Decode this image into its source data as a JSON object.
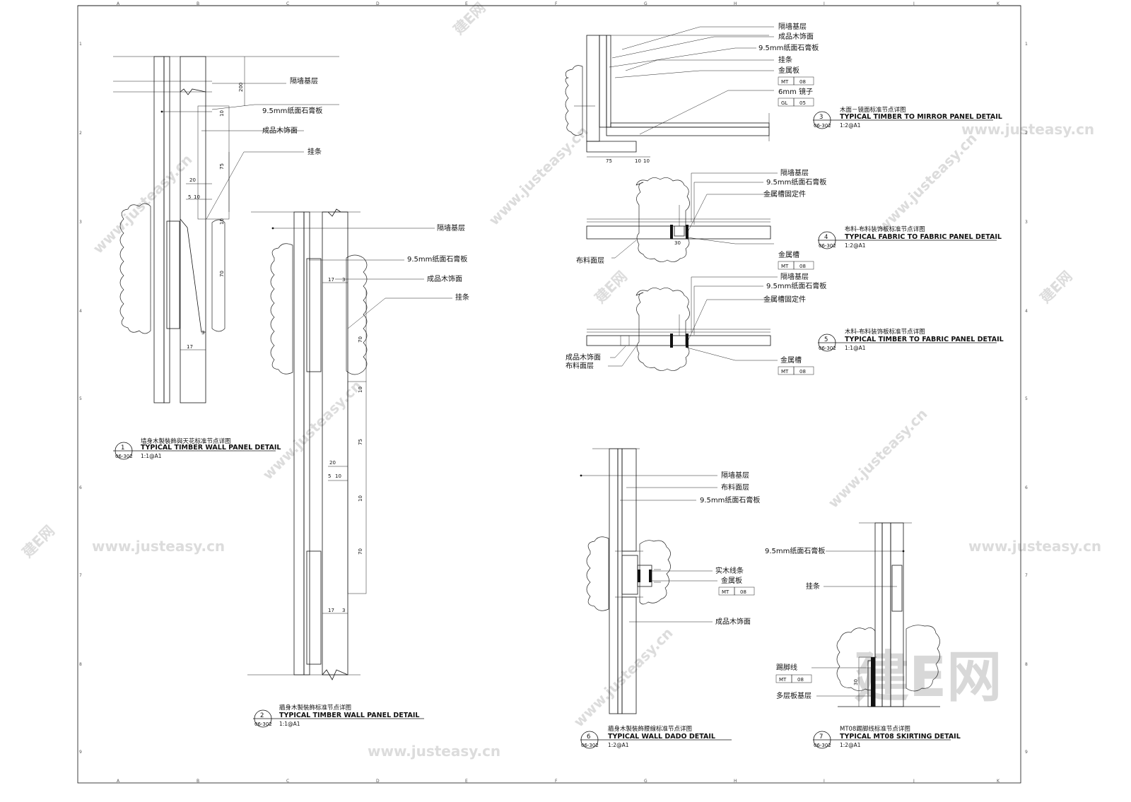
{
  "sheet": {
    "grid_columns": [
      "A",
      "B",
      "C",
      "D",
      "E",
      "F",
      "G",
      "H",
      "I",
      "J",
      "K"
    ],
    "grid_rows": [
      "1",
      "2",
      "3",
      "4",
      "5",
      "6",
      "7",
      "8",
      "9"
    ],
    "sheet_ref": "06-302"
  },
  "materials": {
    "partition_base": "隔墙基层",
    "gypsum_board": "9.5mm纸面石膏板",
    "timber_finish": "成品木饰面",
    "hanging_strip": "挂条",
    "metal_plate": "金属板",
    "mirror": "6mm 镜子",
    "metal_fixing": "金属槽固定件",
    "metal_groove": "金属槽",
    "fabric_face": "布料面层",
    "solid_wood_trim": "实木线条",
    "skirting": "踢脚线",
    "plywood_base": "多层板基层",
    "tag_mt": "MT",
    "tag_mt_no": "08",
    "tag_gl": "GL",
    "tag_gl_no": "05"
  },
  "details": [
    {
      "no": "1",
      "title_cn": "墙身木製裝飾與天花标准节点详图",
      "title_en": "TYPICAL TIMBER WALL PANEL DETAIL",
      "scale": "1:1@A1"
    },
    {
      "no": "2",
      "title_cn": "牆身木製裝飾标准节点详图",
      "title_en": "TYPICAL TIMBER WALL PANEL DETAIL",
      "scale": "1:1@A1"
    },
    {
      "no": "3",
      "title_cn": "木面－镜面标准节点详图",
      "title_en": "TYPICAL TIMBER TO MIRROR PANEL DETAIL",
      "scale": "1:2@A1"
    },
    {
      "no": "4",
      "title_cn": "布料-布料装饰板标准节点详图",
      "title_en": "TYPICAL FABRIC TO FABRIC PANEL DETAIL",
      "scale": "1:2@A1"
    },
    {
      "no": "5",
      "title_cn": "木料-布料装饰板标准节点详图",
      "title_en": "TYPICAL TIMBER TO FABRIC PANEL DETAIL",
      "scale": "1:1@A1"
    },
    {
      "no": "6",
      "title_cn": "牆身木製裝飾腰線标准节点详图",
      "title_en": "TYPICAL WALL DADO DETAIL",
      "scale": "1:2@A1"
    },
    {
      "no": "7",
      "title_cn": "MT08踢脚线标准节点详图",
      "title_en": "TYPICAL MT08 SKIRTING DETAIL",
      "scale": "1:2@A1"
    }
  ],
  "dims": {
    "d200": "200",
    "d10": "10",
    "d75": "75",
    "d20": "20",
    "d5": "5",
    "d70": "70",
    "d17": "17",
    "d3": "3",
    "d30": "30"
  },
  "watermark": {
    "site": "www.justeasy.cn",
    "brand": "建E网"
  }
}
